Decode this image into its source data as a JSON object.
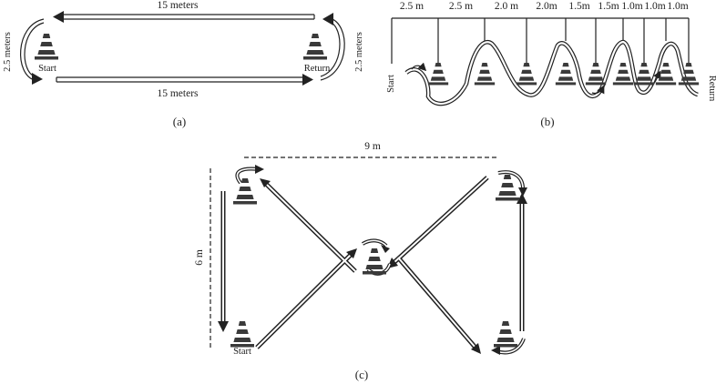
{
  "panel_a": {
    "label": "(a)",
    "top_distance": "15 meters",
    "bottom_distance": "15 meters",
    "left_width": "2.5 meters",
    "right_width": "2.5 meters",
    "start_label": "Start",
    "return_label": "Return"
  },
  "panel_b": {
    "label": "(b)",
    "spacings": [
      "2.5 m",
      "2.5 m",
      "2.0 m",
      "2.0m",
      "1.5m",
      "1.5m",
      "1.0m",
      "1.0m",
      "1.0m"
    ],
    "start_label": "Start",
    "return_label": "Return"
  },
  "panel_c": {
    "label": "(c)",
    "width_label": "9 m",
    "height_label": "6 m",
    "start_label": "Start"
  },
  "colors": {
    "line": "#222222",
    "cone_dark": "#3a3a3a"
  }
}
